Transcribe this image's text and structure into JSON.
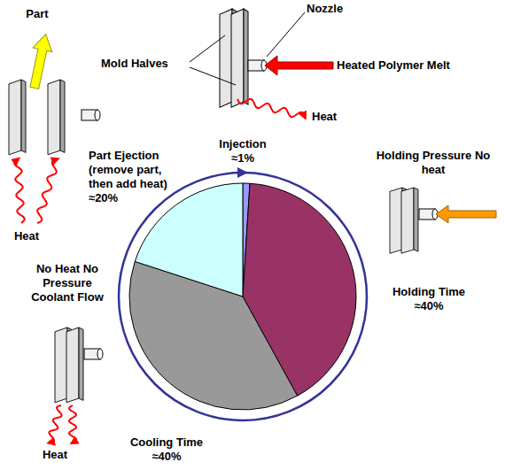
{
  "diagram": {
    "labels": [
      "Part",
      "Nozzle",
      "Mold Halves",
      "Heated Polymer Melt",
      "Heat",
      "Injection ≈1%",
      "Part Ejection (remove part, then add heat) ≈20%",
      "Holding Pressure No heat",
      "Holding Time ≈40%",
      "Heat",
      "No Heat No Pressure Coolant Flow",
      "Cooling Time ≈40%",
      "Heat"
    ]
  }
}
